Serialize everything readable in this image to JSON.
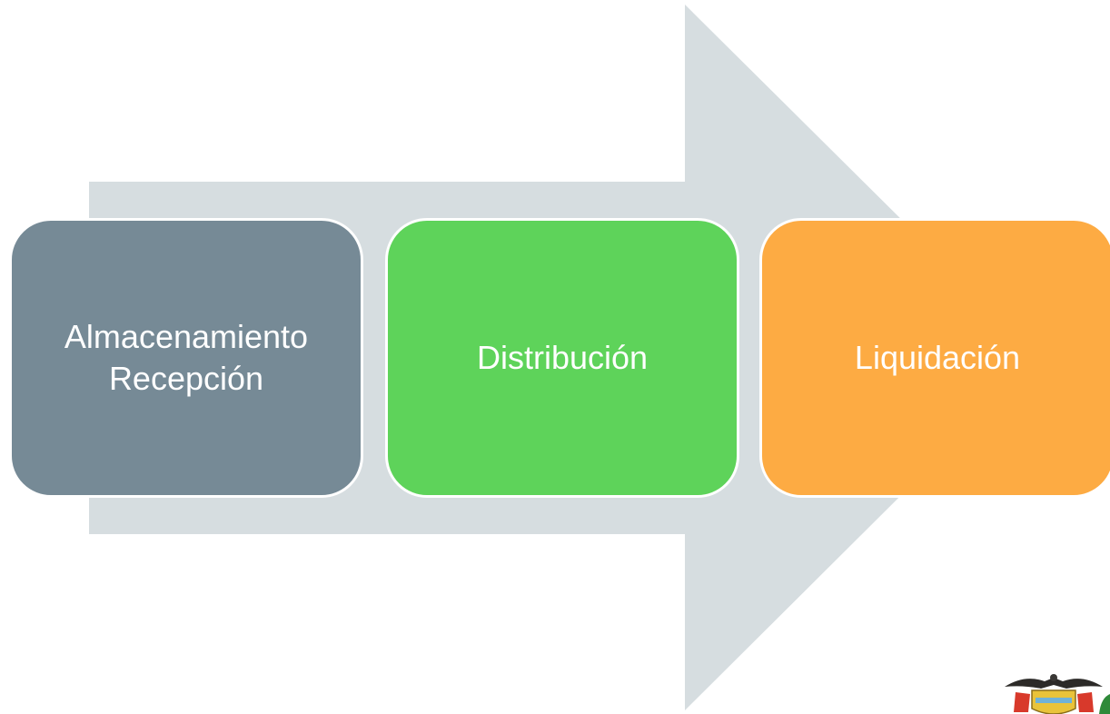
{
  "arrow": {
    "color": "#d6dde0"
  },
  "steps": [
    {
      "label": "Almacenamiento\nRecepción",
      "color": "#768a96"
    },
    {
      "label": "Distribución",
      "color": "#5ed35a"
    },
    {
      "label": "Liquidación",
      "color": "#fdab43"
    }
  ],
  "crest": {
    "icon": "coat-of-arms-icon"
  }
}
